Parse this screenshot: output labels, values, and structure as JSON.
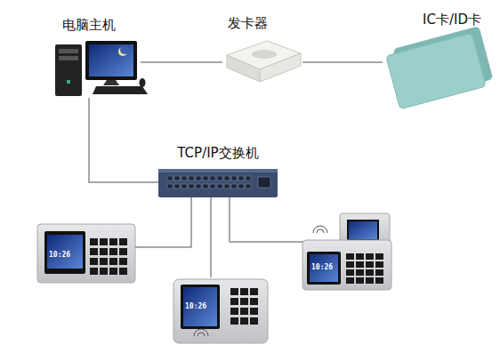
{
  "diagram": {
    "nodes": [
      {
        "text": [
          "电脑主机"
        ]
      },
      {
        "text": [
          "发卡器"
        ]
      },
      {
        "text": [
          "IC卡/ID卡"
        ]
      },
      {
        "text": [
          "TCP/IP交换机"
        ]
      },
      {
        "text": [
          "10:26"
        ]
      },
      {
        "text": [
          "10:26"
        ]
      },
      {
        "text": [
          "10:26"
        ]
      }
    ],
    "edges": [
      {
        "from": 0,
        "to": 1,
        "arrow": "none"
      },
      {
        "from": 1,
        "to": 2,
        "arrow": "none"
      },
      {
        "from": 0,
        "to": 3,
        "arrow": "none"
      },
      {
        "from": 3,
        "to": 4,
        "arrow": "none"
      },
      {
        "from": 3,
        "to": 5,
        "arrow": "none"
      },
      {
        "from": 3,
        "to": 6,
        "arrow": "none"
      }
    ]
  }
}
